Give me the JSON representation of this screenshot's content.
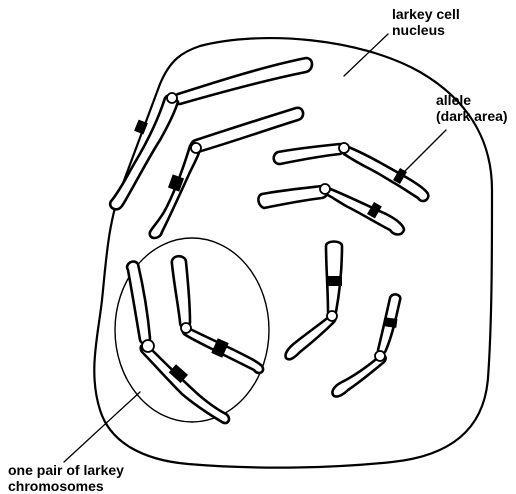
{
  "labels": {
    "nucleus_line1": "larkey cell",
    "nucleus_line2": "nucleus",
    "allele_line1": "allele",
    "allele_line2": "(dark area)",
    "pair_line1": "one pair of larkey",
    "pair_line2": "chromosomes"
  }
}
